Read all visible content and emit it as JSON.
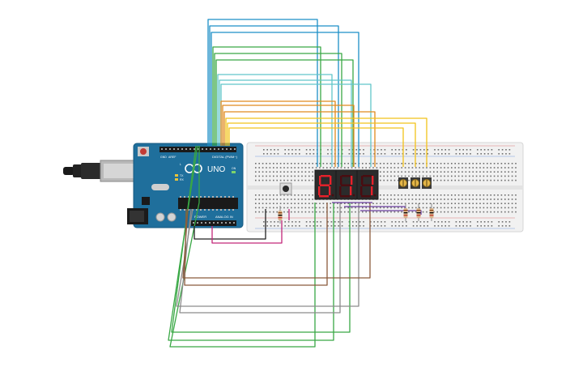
{
  "board": {
    "brand_text": "UNO",
    "label_digital": "DIGITAL (PWM~)",
    "label_power": "POWER",
    "label_analog": "ANALOG IN",
    "pin_gnd": "GND",
    "pin_aref": "AREF",
    "tx_label": "TX",
    "rx_label": "RX",
    "led_label": "L",
    "on_label": "ON"
  },
  "display": {
    "digits": [
      "8",
      "1",
      "1"
    ]
  },
  "colors": {
    "background": "#ffffff",
    "board_blue": "#1f6f9c",
    "breadboard": "#f1f1f1",
    "segment_on": "#e8212b",
    "wire_blue": "#1c8fc7",
    "wire_green": "#39a845",
    "wire_teal": "#62c5c9",
    "wire_orange": "#e08a1e",
    "wire_yellow": "#f2c21a",
    "wire_purple": "#6b3fa0",
    "wire_brown": "#8b5a3c",
    "wire_gray": "#8c8c8c",
    "wire_magenta": "#c2277a",
    "wire_black": "#222222"
  },
  "icons": {
    "usb": "usb-plug-icon",
    "power_jack": "power-jack-icon",
    "reset": "reset-button-icon",
    "arduino_logo": "infinity-logo-icon"
  }
}
